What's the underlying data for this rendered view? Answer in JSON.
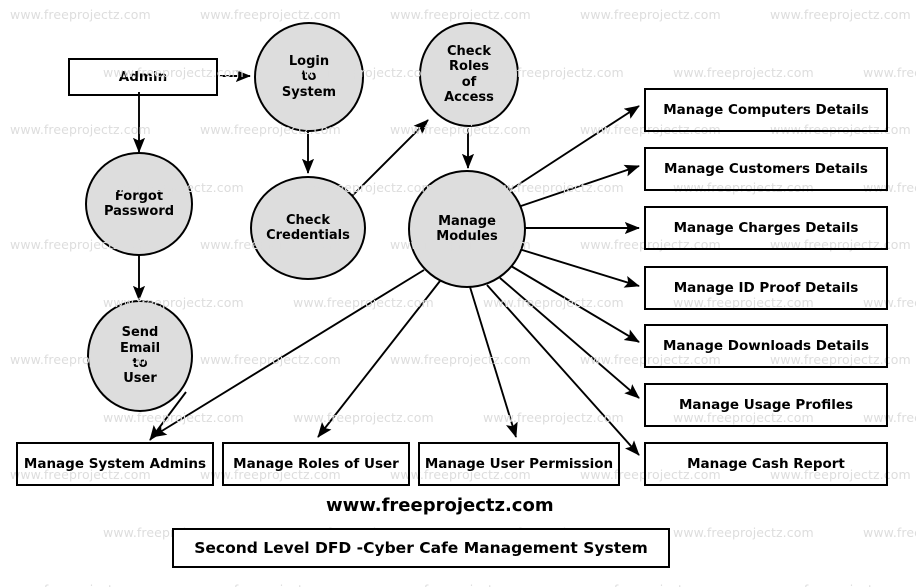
{
  "diagram": {
    "title": "Second Level DFD -Cyber Cafe Management System",
    "brand": "www.freeprojectz.com",
    "watermark_text": "www.freeprojectz.com",
    "colors": {
      "process_fill": "#dddddd",
      "stroke": "#000000",
      "background": "#ffffff",
      "watermark": "#dddddd"
    },
    "entities": [
      {
        "id": "admin",
        "label": "Admin",
        "shape": "rectangle"
      }
    ],
    "processes": [
      {
        "id": "login-to-system",
        "label": "Login to System",
        "lines": [
          "Login",
          "to",
          "System"
        ],
        "shape": "circle"
      },
      {
        "id": "check-roles-of-access",
        "label": "Check Roles of Access",
        "lines": [
          "Check",
          "Roles",
          "of",
          "Access"
        ],
        "shape": "circle"
      },
      {
        "id": "forgot-password",
        "label": "Forgot Password",
        "lines": [
          "Forgot",
          "Password"
        ],
        "shape": "circle"
      },
      {
        "id": "check-credentials",
        "label": "Check Credentials",
        "lines": [
          "Check",
          "Credentials"
        ],
        "shape": "circle"
      },
      {
        "id": "manage-modules",
        "label": "Manage Modules",
        "lines": [
          "Manage",
          "Modules"
        ],
        "shape": "circle"
      },
      {
        "id": "send-email-to-user",
        "label": "Send Email to User",
        "lines": [
          "Send",
          "Email",
          "to",
          "User"
        ],
        "shape": "circle"
      }
    ],
    "data_stores_right": [
      {
        "id": "manage-computers-details",
        "label": "Manage Computers Details"
      },
      {
        "id": "manage-customers-details",
        "label": "Manage Customers Details"
      },
      {
        "id": "manage-charges-details",
        "label": "Manage Charges Details"
      },
      {
        "id": "manage-id-proof-details",
        "label": "Manage ID Proof Details"
      },
      {
        "id": "manage-downloads-details",
        "label": "Manage Downloads Details"
      },
      {
        "id": "manage-usage-profiles",
        "label": "Manage Usage Profiles"
      },
      {
        "id": "manage-cash-report",
        "label": "Manage Cash Report"
      }
    ],
    "data_stores_bottom": [
      {
        "id": "manage-system-admins",
        "label": "Manage System Admins"
      },
      {
        "id": "manage-roles-of-user",
        "label": "Manage Roles of User"
      },
      {
        "id": "manage-user-permission",
        "label": "Manage User Permission"
      }
    ],
    "flows": [
      {
        "from": "admin",
        "to": "login-to-system"
      },
      {
        "from": "admin",
        "to": "forgot-password"
      },
      {
        "from": "login-to-system",
        "to": "check-credentials"
      },
      {
        "from": "check-credentials",
        "to": "check-roles-of-access"
      },
      {
        "from": "check-roles-of-access",
        "to": "manage-modules"
      },
      {
        "from": "forgot-password",
        "to": "send-email-to-user"
      },
      {
        "from": "send-email-to-user",
        "to": "manage-system-admins"
      },
      {
        "from": "manage-modules",
        "to": "manage-computers-details"
      },
      {
        "from": "manage-modules",
        "to": "manage-customers-details"
      },
      {
        "from": "manage-modules",
        "to": "manage-charges-details"
      },
      {
        "from": "manage-modules",
        "to": "manage-id-proof-details"
      },
      {
        "from": "manage-modules",
        "to": "manage-downloads-details"
      },
      {
        "from": "manage-modules",
        "to": "manage-usage-profiles"
      },
      {
        "from": "manage-modules",
        "to": "manage-cash-report"
      },
      {
        "from": "manage-modules",
        "to": "manage-system-admins"
      },
      {
        "from": "manage-modules",
        "to": "manage-roles-of-user"
      },
      {
        "from": "manage-modules",
        "to": "manage-user-permission"
      }
    ]
  }
}
